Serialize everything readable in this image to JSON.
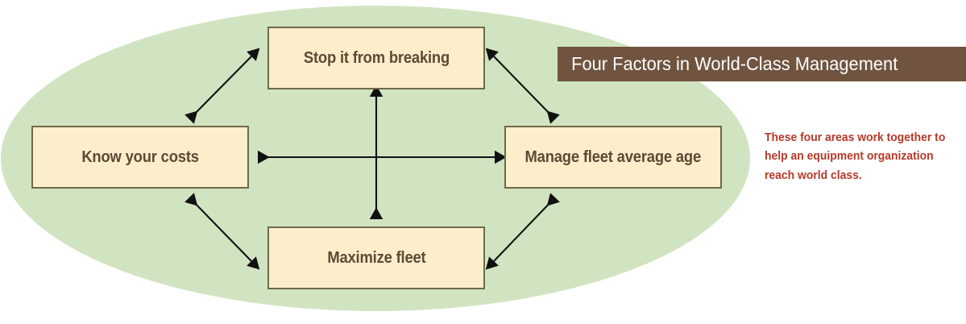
{
  "diagram": {
    "type": "cycle-relationship",
    "background_shape": "ellipse",
    "colors": {
      "ellipse_fill": "#d1e4c2",
      "box_fill": "#fceeca",
      "box_border": "#6e6a4a",
      "box_text": "#5d4935",
      "title_bar_bg": "#705440",
      "title_bar_text": "#ffffff",
      "caption_text": "#b5392a",
      "arrow": "#111111",
      "page_background": "#ffffff"
    },
    "boxes": [
      {
        "id": "top",
        "label": "Stop it from breaking"
      },
      {
        "id": "left",
        "label": "Know your costs"
      },
      {
        "id": "right",
        "label": "Manage fleet average age"
      },
      {
        "id": "bottom",
        "label": "Maximize fleet"
      }
    ],
    "arrows": [
      {
        "id": "horizontal",
        "style": "double-headed",
        "from": "left",
        "to": "right"
      },
      {
        "id": "vertical",
        "style": "double-headed",
        "from": "bottom",
        "to": "top"
      },
      {
        "id": "top-left",
        "style": "double-headed",
        "from": "left",
        "to": "top"
      },
      {
        "id": "top-right",
        "style": "double-headed",
        "from": "top",
        "to": "right"
      },
      {
        "id": "bottom-left",
        "style": "double-headed",
        "from": "left",
        "to": "bottom"
      },
      {
        "id": "bottom-right",
        "style": "double-headed",
        "from": "bottom",
        "to": "right"
      }
    ]
  },
  "panel": {
    "title": "Four Factors in World-Class Management",
    "caption": "These four areas work together to help an equipment organization reach world class."
  }
}
